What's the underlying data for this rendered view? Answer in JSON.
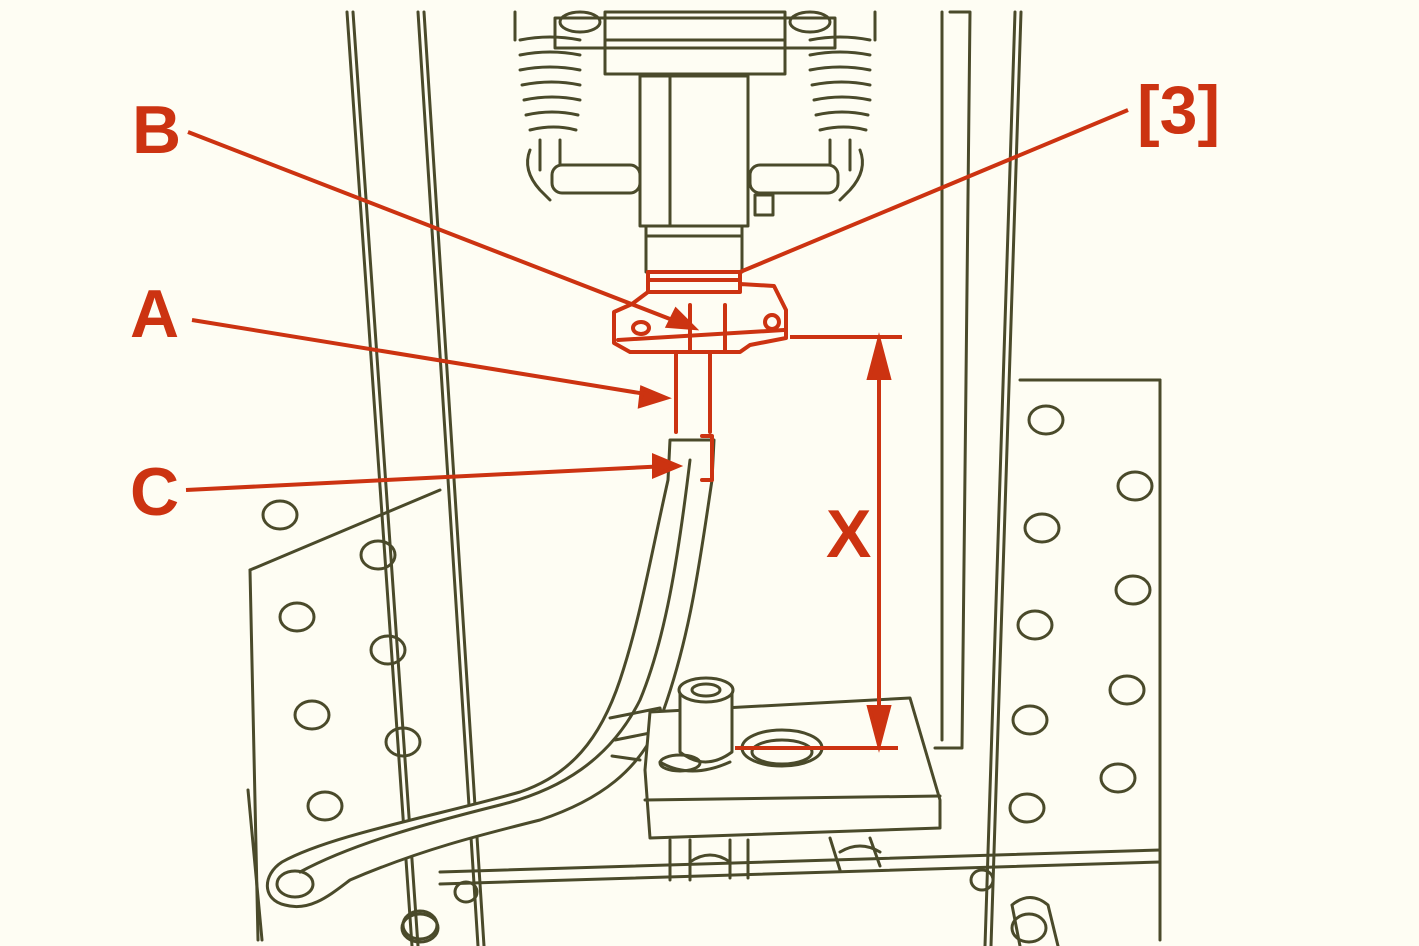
{
  "diagram": {
    "labels": {
      "b": "B",
      "bracket3": "[3]",
      "a": "A",
      "c": "C",
      "x": "X"
    },
    "colors": {
      "background": "#fefdf3",
      "line_art": "#4a4a2a",
      "highlight": "#cc3311"
    }
  }
}
